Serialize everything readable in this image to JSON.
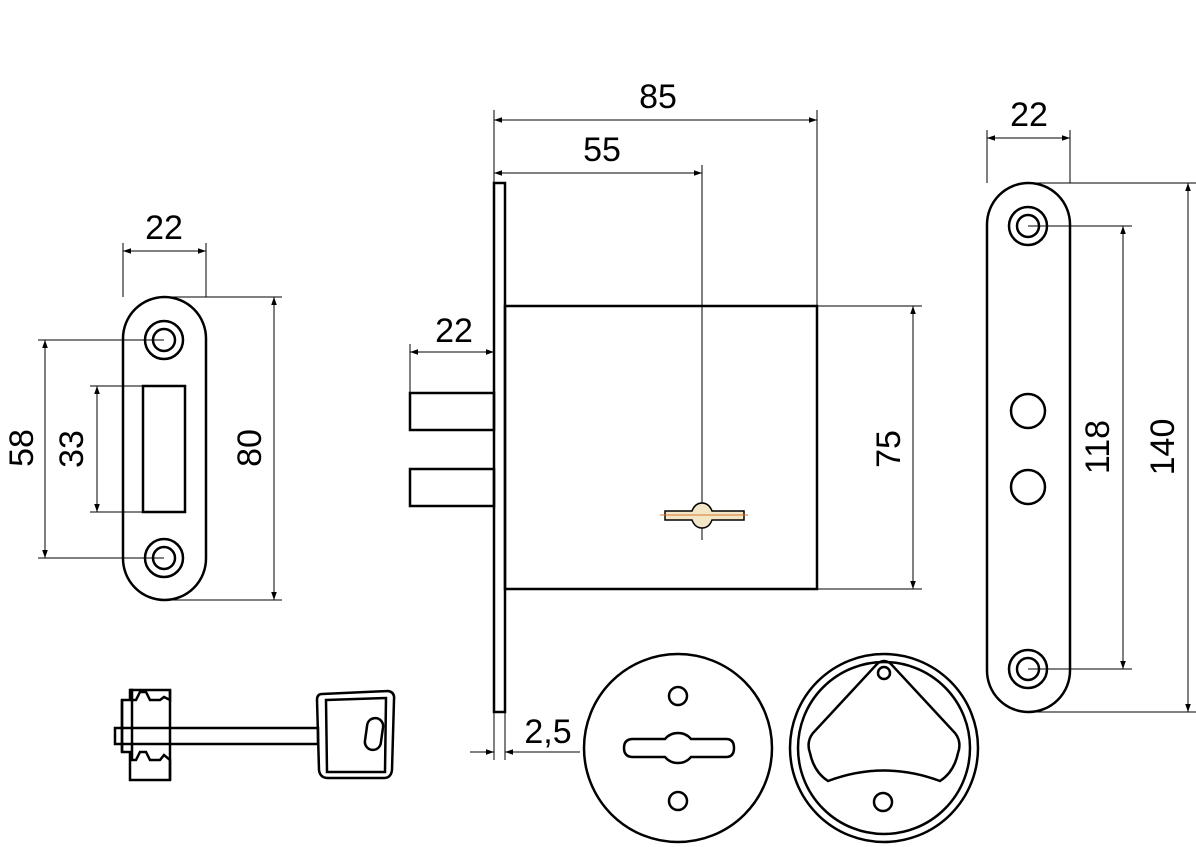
{
  "strike_plate": {
    "width": "22",
    "height": "80",
    "hole_spacing": "58",
    "slot_height": "33"
  },
  "lock_body": {
    "total_depth": "85",
    "backset": "55",
    "bolt_projection": "22",
    "body_height": "75",
    "faceplate_thickness": "2,5"
  },
  "faceplate": {
    "width": "22",
    "hole_spacing": "118",
    "length": "140"
  }
}
